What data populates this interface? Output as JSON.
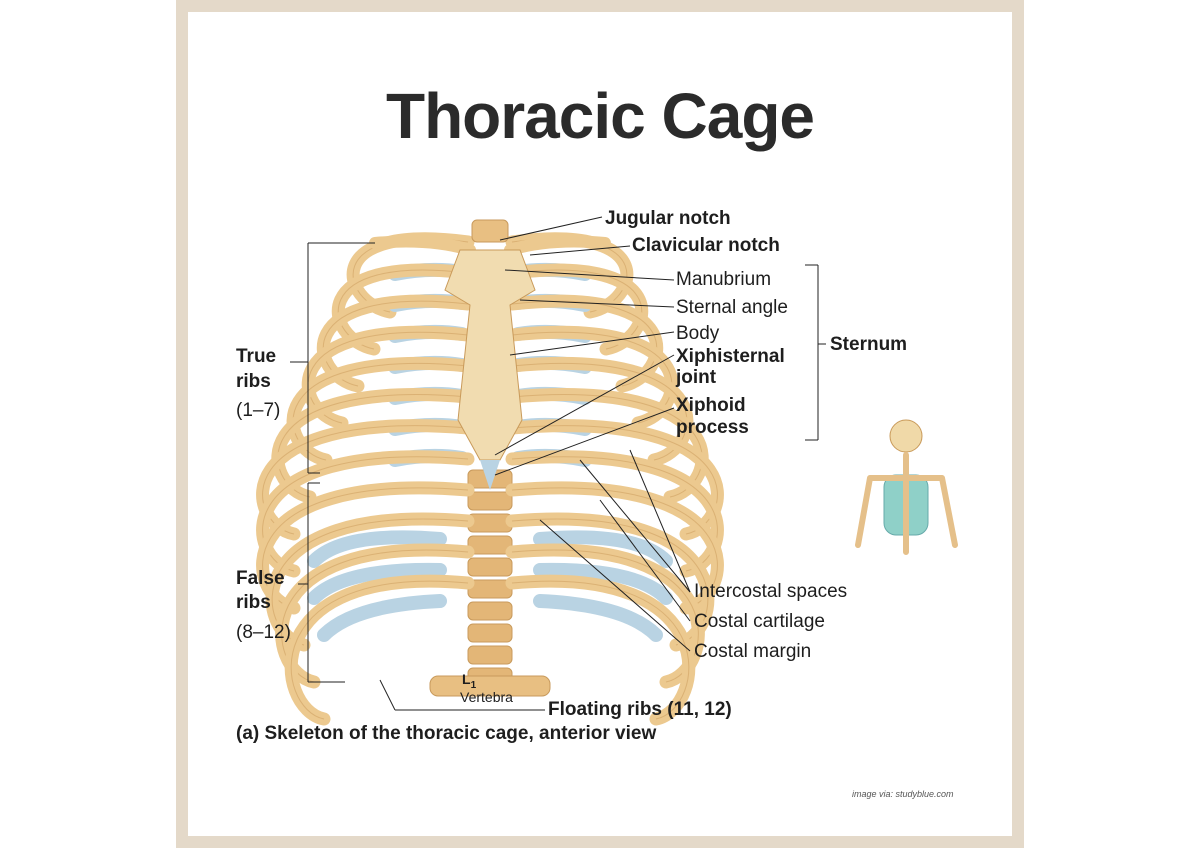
{
  "title": "Thoracic Cage",
  "labels": {
    "jugular_notch": "Jugular notch",
    "clavicular_notch": "Clavicular notch",
    "manubrium": "Manubrium",
    "sternal_angle": "Sternal angle",
    "body": "Body",
    "xiphisternal_1": "Xiphisternal",
    "xiphisternal_2": "joint",
    "xiphoid_1": "Xiphoid",
    "xiphoid_2": "process",
    "sternum": "Sternum",
    "true_ribs_1": "True",
    "true_ribs_2": "ribs",
    "true_ribs_3": "(1–7)",
    "false_ribs_1": "False",
    "false_ribs_2": "ribs",
    "false_ribs_3": "(8–12)",
    "intercostal_spaces": "Intercostal spaces",
    "costal_cartilage": "Costal cartilage",
    "costal_margin": "Costal margin",
    "vertebra_l": "L",
    "vertebra_sub": "1",
    "vertebra": "Vertebra",
    "floating_ribs": "Floating ribs (11, 12)"
  },
  "caption": "(a) Skeleton of the thoracic cage, anterior view",
  "credit": "image via: studyblue.com",
  "colors": {
    "bone": "#ecc98f",
    "cartilage": "#b9d3e3",
    "frame": "#e4d9c9"
  }
}
